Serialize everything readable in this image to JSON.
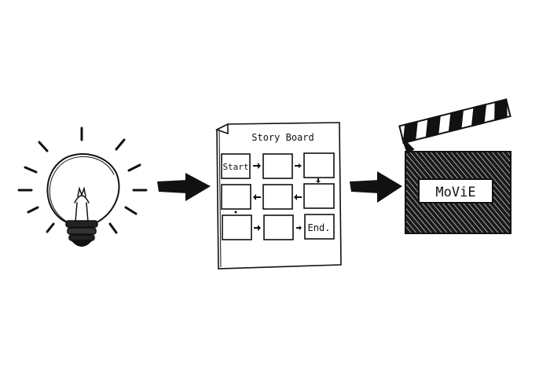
{
  "storyboard": {
    "title": "Story Board",
    "start_label": "Start",
    "end_label": "End."
  },
  "clapperboard": {
    "label": "MoViE"
  },
  "colors": {
    "ink": "#111111",
    "paper": "#ffffff"
  }
}
